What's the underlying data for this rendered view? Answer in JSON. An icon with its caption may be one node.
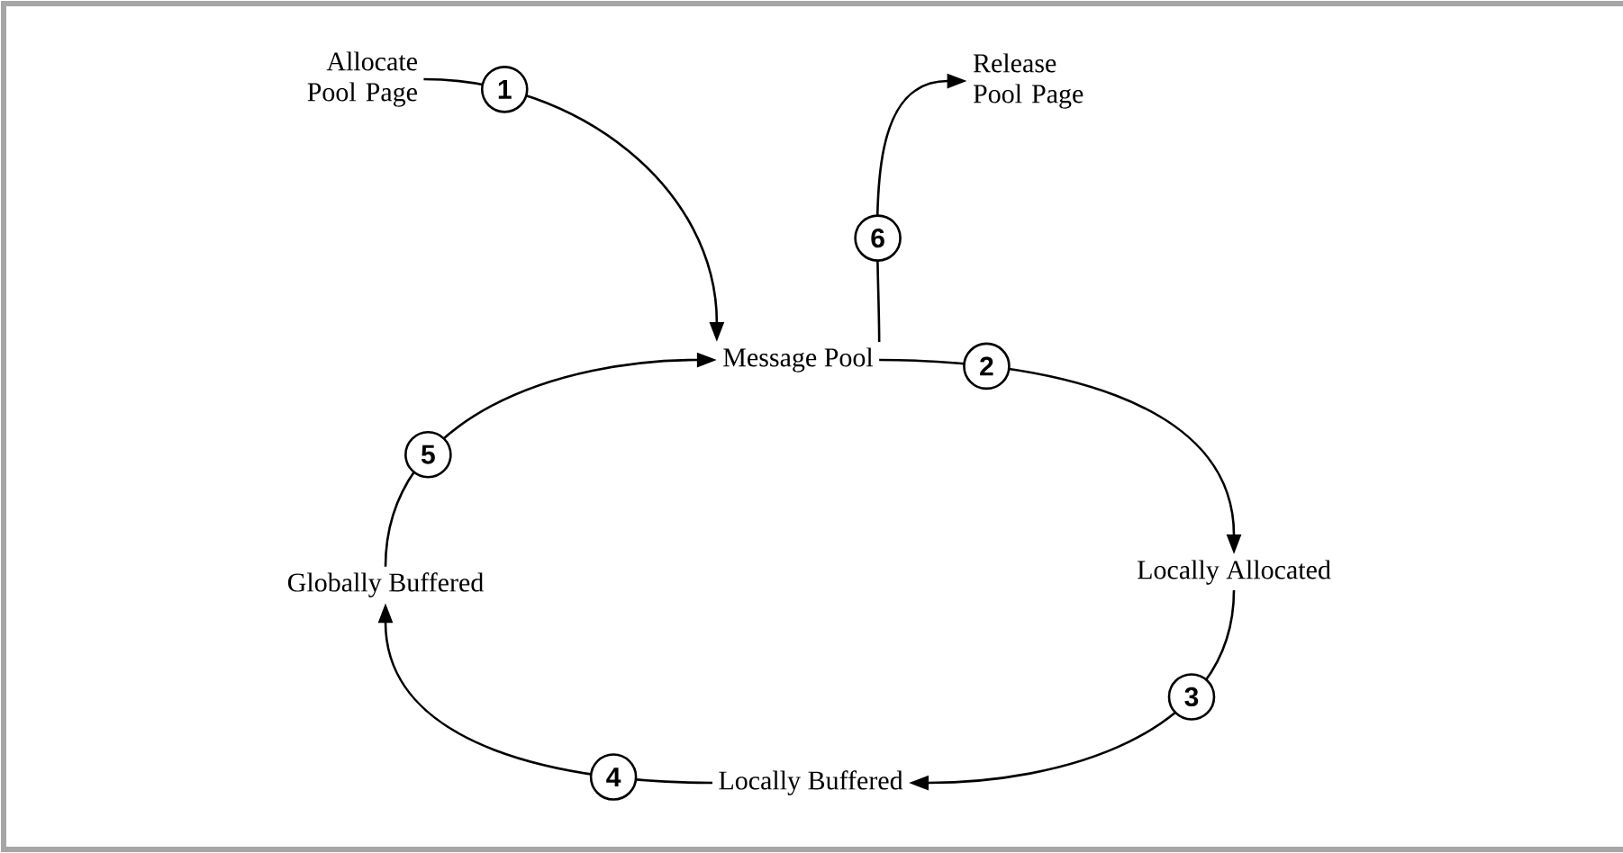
{
  "diagram": {
    "nodes": [
      {
        "text": [
          "Allocate Pool Page"
        ]
      },
      {
        "text": [
          "Message Pool"
        ]
      },
      {
        "text": [
          "Release Pool Page"
        ]
      },
      {
        "text": [
          "Locally Allocated"
        ]
      },
      {
        "text": [
          "Locally Buffered"
        ]
      },
      {
        "text": [
          "Globally Buffered"
        ]
      }
    ],
    "edges": [
      {
        "from": 0,
        "to": 1,
        "arrow": "to",
        "label": "1"
      },
      {
        "from": 1,
        "to": 2,
        "arrow": "to",
        "label": "6"
      },
      {
        "from": 1,
        "to": 3,
        "arrow": "to",
        "label": "2"
      },
      {
        "from": 3,
        "to": 4,
        "arrow": "to",
        "label": "3"
      },
      {
        "from": 4,
        "to": 5,
        "arrow": "to",
        "label": "4"
      },
      {
        "from": 5,
        "to": 1,
        "arrow": "to",
        "label": "5"
      }
    ]
  }
}
